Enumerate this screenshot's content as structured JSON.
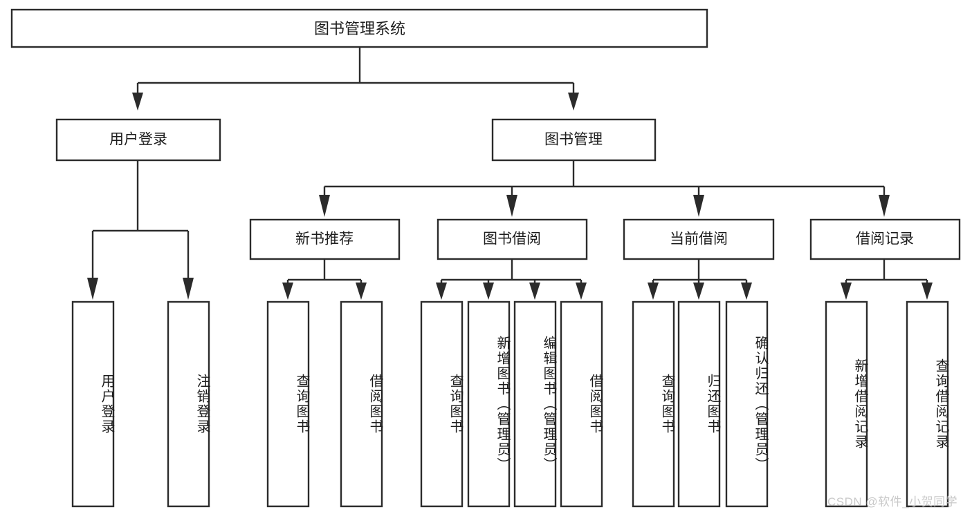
{
  "diagram": {
    "type": "tree",
    "title": "图书管理系统",
    "orientation": "top-down",
    "background_color": "#ffffff",
    "line_color": "#2b2b2b",
    "text_color": "#1d1d1d",
    "watermark": "CSDN @软件_小贺同学",
    "watermark_color": "#c9c9c9",
    "levels": 4
  },
  "nodes": {
    "root": {
      "label": "图书管理系统",
      "level": 0
    },
    "level1": [
      {
        "id": "user-login",
        "label": "用户登录",
        "level": 1
      },
      {
        "id": "book-manage",
        "label": "图书管理",
        "level": 1
      }
    ],
    "level2": [
      {
        "id": "new-book-recommend",
        "label": "新书推荐",
        "parent": "book-manage",
        "level": 2
      },
      {
        "id": "book-borrow",
        "label": "图书借阅",
        "parent": "book-manage",
        "level": 2
      },
      {
        "id": "current-borrow",
        "label": "当前借阅",
        "parent": "book-manage",
        "level": 2
      },
      {
        "id": "borrow-record",
        "label": "借阅记录",
        "parent": "book-manage",
        "level": 2
      }
    ],
    "leaves": [
      {
        "id": "leaf-user-login",
        "label": "用户登录",
        "parent": "user-login"
      },
      {
        "id": "leaf-logout",
        "label": "注销登录",
        "parent": "user-login"
      },
      {
        "id": "leaf-query-book-1",
        "label": "查询图书",
        "parent": "new-book-recommend"
      },
      {
        "id": "leaf-borrow-book-1",
        "label": "借阅图书",
        "parent": "new-book-recommend"
      },
      {
        "id": "leaf-query-book-2",
        "label": "查询图书",
        "parent": "book-borrow"
      },
      {
        "id": "leaf-add-book",
        "label": "新增图书（管理员）",
        "parent": "book-borrow"
      },
      {
        "id": "leaf-edit-book",
        "label": "编辑图书（管理员）",
        "parent": "book-borrow"
      },
      {
        "id": "leaf-borrow-book-2",
        "label": "借阅图书",
        "parent": "book-borrow"
      },
      {
        "id": "leaf-query-book-3",
        "label": "查询图书",
        "parent": "current-borrow"
      },
      {
        "id": "leaf-return-book",
        "label": "归还图书",
        "parent": "current-borrow"
      },
      {
        "id": "leaf-confirm-return",
        "label": "确认归还（管理员）",
        "parent": "current-borrow"
      },
      {
        "id": "leaf-add-record",
        "label": "新增借阅记录",
        "parent": "borrow-record"
      },
      {
        "id": "leaf-query-record",
        "label": "查询借阅记录",
        "parent": "borrow-record"
      }
    ]
  },
  "labels": {
    "root_title": "图书管理系统",
    "l1_user_login": "用户登录",
    "l1_book_manage": "图书管理",
    "l2_new_book": "新书推荐",
    "l2_book_borrow": "图书借阅",
    "l2_current_borrow": "当前借阅",
    "l2_borrow_record": "借阅记录",
    "leaf_user_login": "用户登录",
    "leaf_logout": "注销登录",
    "leaf_query_book_1": "查询图书",
    "leaf_borrow_book_1": "借阅图书",
    "leaf_query_book_2": "查询图书",
    "leaf_add_book": "新增图书（管理员）",
    "leaf_edit_book": "编辑图书（管理员）",
    "leaf_borrow_book_2": "借阅图书",
    "leaf_query_book_3": "查询图书",
    "leaf_return_book": "归还图书",
    "leaf_confirm_return": "确认归还（管理员）",
    "leaf_add_record": "新增借阅记录",
    "leaf_query_record": "查询借阅记录",
    "watermark": "CSDN @软件_小贺同学"
  }
}
